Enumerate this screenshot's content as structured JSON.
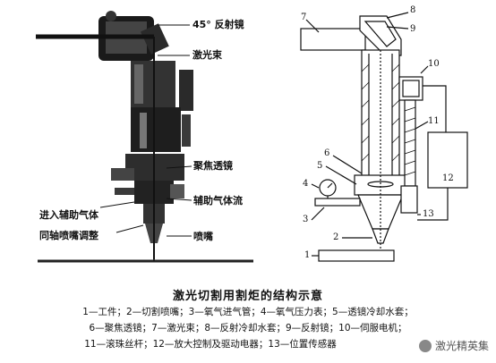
{
  "left_labels": {
    "mirror": "45° 反射镜",
    "beam": "激光束",
    "focus_lens": "聚焦透镜",
    "assist_gas_in": "进入辅助气体",
    "assist_gas_flow": "辅助气体流",
    "coaxial_adjust": "同轴喷嘴调整",
    "nozzle": "喷嘴"
  },
  "right_numbers": [
    "1",
    "2",
    "3",
    "4",
    "5",
    "6",
    "7",
    "8",
    "9",
    "10",
    "11",
    "12",
    "13"
  ],
  "caption": "激光切割用割炬的结构示意",
  "legend_lines": [
    "1—工件；2—切割喷嘴；3—氧气进气管；4—氧气压力表；5—透镜冷却水套；",
    "6—聚焦透镜；7—激光束；8—反射冷却水套；9—反射镜；10—伺服电机；",
    "11—滚珠丝杆；12—放大控制及驱动电器；13—位置传感器"
  ],
  "watermark": "激光精英集"
}
